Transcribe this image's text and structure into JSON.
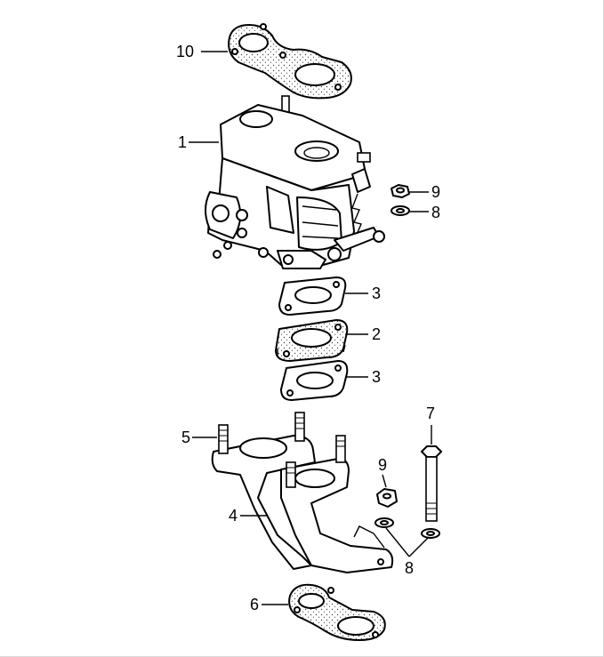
{
  "callouts": [
    {
      "id": "c10",
      "label": "10"
    },
    {
      "id": "c1",
      "label": "1"
    },
    {
      "id": "c9a",
      "label": "9"
    },
    {
      "id": "c8a",
      "label": "8"
    },
    {
      "id": "c3a",
      "label": "3"
    },
    {
      "id": "c2",
      "label": "2"
    },
    {
      "id": "c3b",
      "label": "3"
    },
    {
      "id": "c7",
      "label": "7"
    },
    {
      "id": "c5",
      "label": "5"
    },
    {
      "id": "c9b",
      "label": "9"
    },
    {
      "id": "c4",
      "label": "4"
    },
    {
      "id": "c8b",
      "label": "8"
    },
    {
      "id": "c6",
      "label": "6"
    }
  ]
}
